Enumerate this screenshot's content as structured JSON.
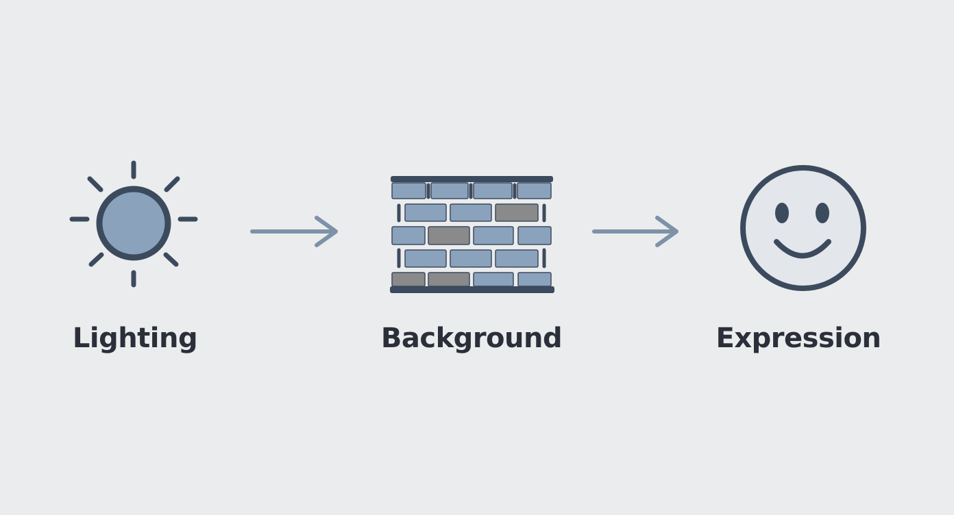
{
  "steps": [
    {
      "label": "Lighting",
      "icon": "sun-icon"
    },
    {
      "label": "Background",
      "icon": "brick-wall-icon"
    },
    {
      "label": "Expression",
      "icon": "smiley-face-icon"
    }
  ],
  "connectors": [
    "arrow-right-icon",
    "arrow-right-icon"
  ],
  "colors": {
    "background": "#ebeced",
    "outline": "#3c4a5e",
    "fill_blue": "#8aa2bb",
    "fill_gray": "#8a8a8a",
    "arrow": "#7d92a8",
    "face_fill": "#e3e6ea",
    "text": "#2b2f3a"
  }
}
